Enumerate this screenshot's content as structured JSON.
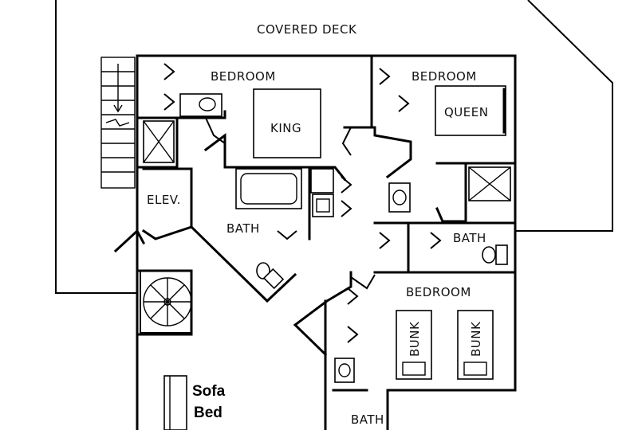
{
  "labels": {
    "covered_deck": "COVERED DECK",
    "bedroom_main": "BEDROOM",
    "bedroom_queen": "BEDROOM",
    "bedroom_bunk": "BEDROOM",
    "king": "KING",
    "queen": "QUEEN",
    "elevator": "ELEV.",
    "bath_center": "BATH",
    "bath_right": "BATH",
    "bath_bottom": "BATH",
    "bunk_1": "BUNK",
    "bunk_2": "BUNK",
    "sofa_line1": "Sofa",
    "sofa_line2": "Bed"
  }
}
